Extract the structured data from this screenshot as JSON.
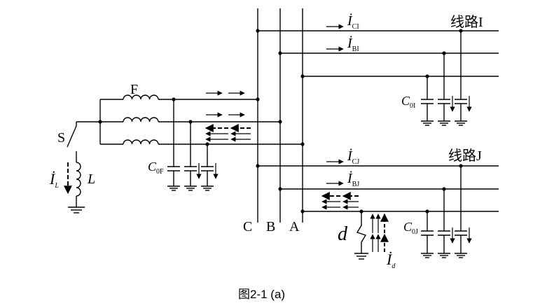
{
  "figure": {
    "caption": "图2-1 (a)"
  },
  "labels": {
    "line_i": "线路I",
    "line_j": "线路J",
    "transformer_f": "F",
    "switch_s": "S",
    "inductor_l": "L",
    "bus_c": "C",
    "bus_b": "B",
    "bus_a": "A",
    "fault_d": "d",
    "cap_c0i_main": "C",
    "cap_c0i_sub": "0I",
    "cap_c0f_main": "C",
    "cap_c0f_sub": "0F",
    "cap_c0j_main": "C",
    "cap_c0j_sub": "0J"
  },
  "currents": {
    "i_ci_main": "İ",
    "i_ci_sub": "CI",
    "i_bi_main": "İ",
    "i_bi_sub": "BI",
    "i_cj_main": "İ",
    "i_cj_sub": "CJ",
    "i_bj_main": "İ",
    "i_bj_sub": "BJ",
    "i_l_main": "İ",
    "i_l_sub": "L",
    "i_d_main": "İ",
    "i_d_sub": "d"
  }
}
